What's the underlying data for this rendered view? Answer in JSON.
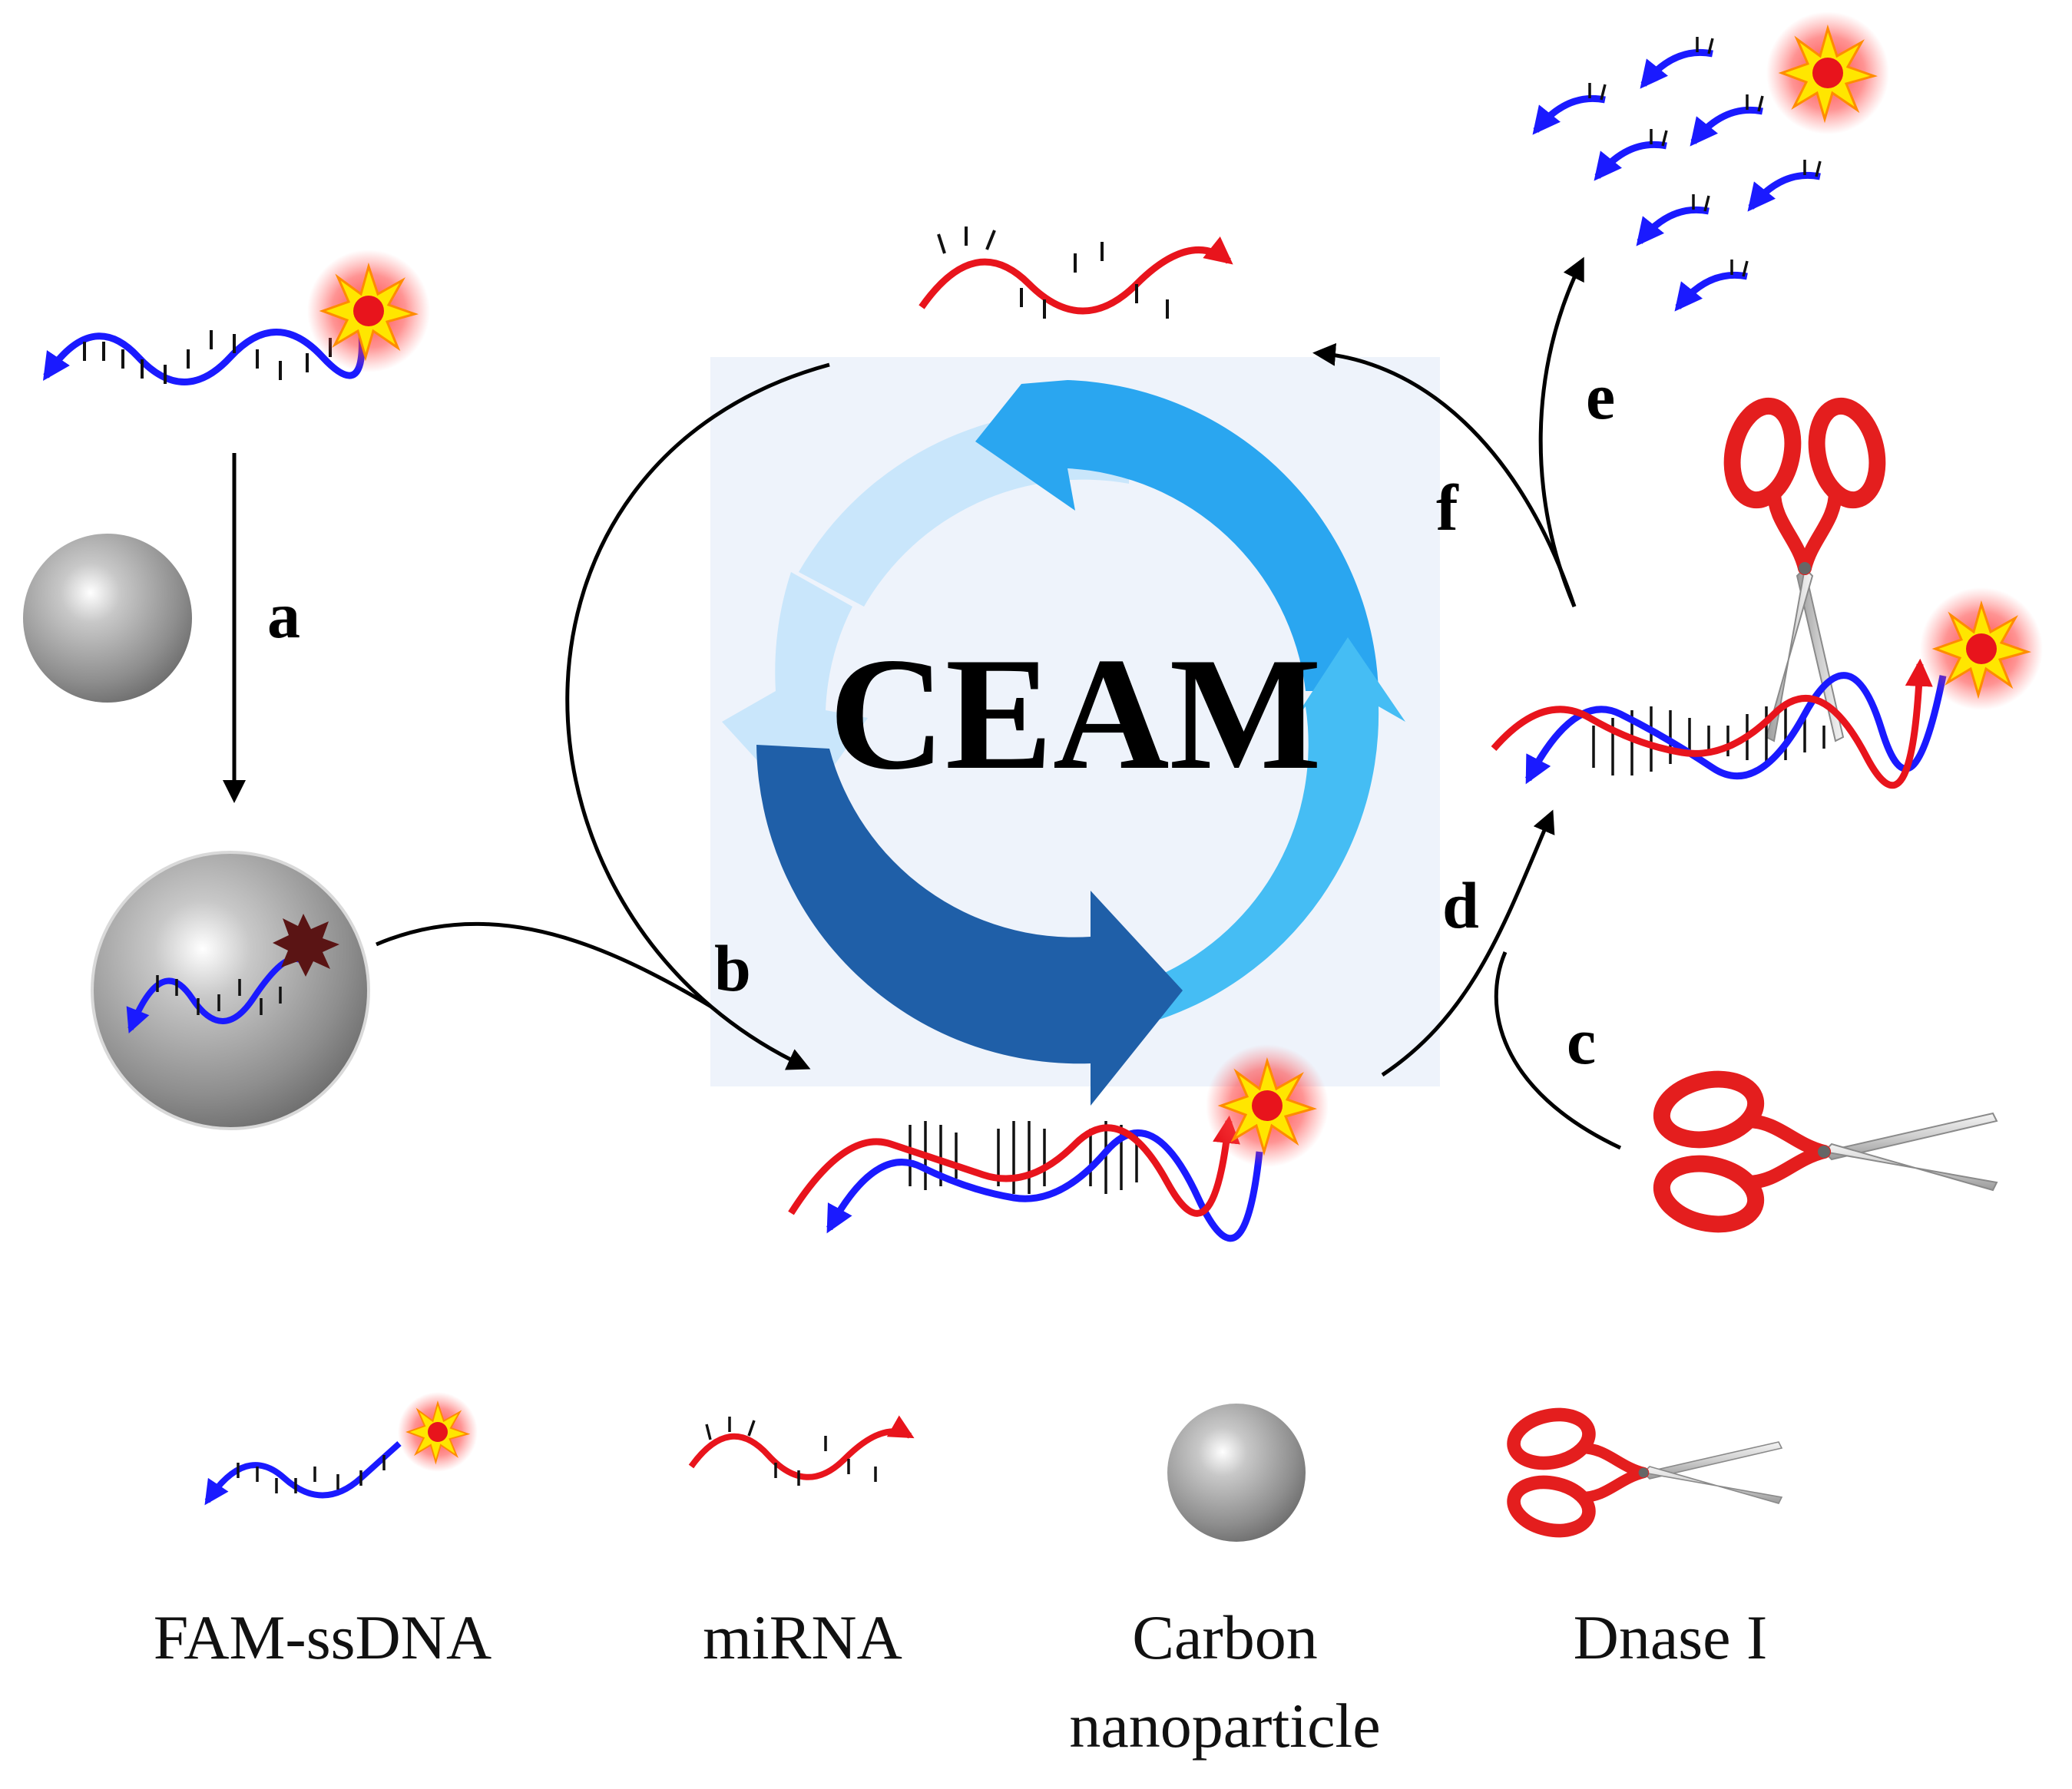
{
  "center_label": "CEAM",
  "steps": {
    "a": "a",
    "b": "b",
    "c": "c",
    "d": "d",
    "e": "e",
    "f": "f"
  },
  "legend": {
    "ssdna": "FAM-ssDNA",
    "mirna": "miRNA",
    "carbon_line1": "Carbon",
    "carbon_line2": "nanoparticle",
    "dnase": "Dnase I"
  },
  "colors": {
    "dna_strand": "#1a1aff",
    "mirna_strand": "#e8141c",
    "fluorophore_core": "#e8141c",
    "fluorophore_star": "#ffe600",
    "quenched_fluorophore": "#5a1414",
    "nanoparticle": "#9a9a9a",
    "cycle_panel": "#eef3fb",
    "cycle_arrow_1": "#c9e6fb",
    "cycle_arrow_2": "#2aa6f0",
    "cycle_arrow_3": "#45bdf4",
    "cycle_arrow_4": "#1f5fa8",
    "scissors_handle": "#e41e1e"
  }
}
